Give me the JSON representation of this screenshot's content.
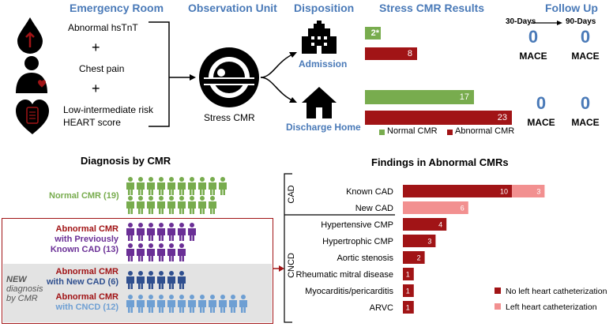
{
  "headers": {
    "er": "Emergency Room",
    "obs": "Observation Unit",
    "dispo": "Disposition",
    "cmr": "Stress CMR Results",
    "followup": "Follow Up",
    "days30": "30-Days",
    "days90": "90-Days"
  },
  "er_items": [
    "Abnormal hsTnT",
    "Chest pain",
    "Low-intermediate risk",
    "HEART score"
  ],
  "plus": "+",
  "stress_cmr": "Stress CMR",
  "admission": "Admission",
  "discharge": "Discharge Home",
  "results": {
    "admission_normal": "2*",
    "admission_abnormal": "8",
    "discharge_normal": "17",
    "discharge_abnormal": "23",
    "legend_normal": "Normal CMR",
    "legend_abnormal": "Abnormal CMR"
  },
  "followup": {
    "admit_30": "0",
    "admit_90": "0",
    "disc_30": "0",
    "disc_90": "0",
    "mace": "MACE"
  },
  "diagnosis": {
    "title": "Diagnosis by CMR",
    "normal": "Normal CMR (19)",
    "prev1": "Abnormal CMR",
    "prev2": "with Previously",
    "prev3": "Known CAD (13)",
    "newcad1": "Abnormal CMR",
    "newcad2": "with New CAD (6)",
    "cncd1": "Abnormal CMR",
    "cncd2": "with CNCD (12)",
    "new_word": "NEW",
    "new_sub1": "diagnosis",
    "new_sub2": "by CMR",
    "counts": {
      "normal": 19,
      "prev": 13,
      "newcad": 6,
      "cncd": 12
    }
  },
  "colors": {
    "green": "#78ac4e",
    "darkred": "#a11416",
    "pink": "#f29090",
    "purple": "#6a2f96",
    "navy": "#2f4f8f",
    "lightblue": "#6e9fd3",
    "blueText": "#4a7ab8",
    "grey": "#e3e3e3"
  },
  "chart_data": {
    "type": "bar",
    "title": "Findings in Abnormal CMRs",
    "groups": [
      {
        "label": "CAD",
        "categories": [
          "Known CAD",
          "New CAD"
        ]
      },
      {
        "label": "CNCD",
        "categories": [
          "Hypertensive CMP",
          "Hypertrophic CMP",
          "Aortic stenosis",
          "Rheumatic mitral disease",
          "Myocarditis/pericarditis",
          "ARVC"
        ]
      }
    ],
    "categories": [
      "Known CAD",
      "New CAD",
      "Hypertensive CMP",
      "Hypertrophic CMP",
      "Aortic stenosis",
      "Rheumatic mitral disease",
      "Myocarditis/pericarditis",
      "ARVC"
    ],
    "series": [
      {
        "name": "No left heart catheterization",
        "values": [
          10,
          0,
          4,
          3,
          2,
          1,
          1,
          1
        ],
        "color": "#a11416"
      },
      {
        "name": "Left heart catheterization",
        "values": [
          3,
          6,
          0,
          0,
          0,
          0,
          0,
          0
        ],
        "color": "#f29090"
      }
    ],
    "stacked": true,
    "legend": "bottom-right"
  }
}
